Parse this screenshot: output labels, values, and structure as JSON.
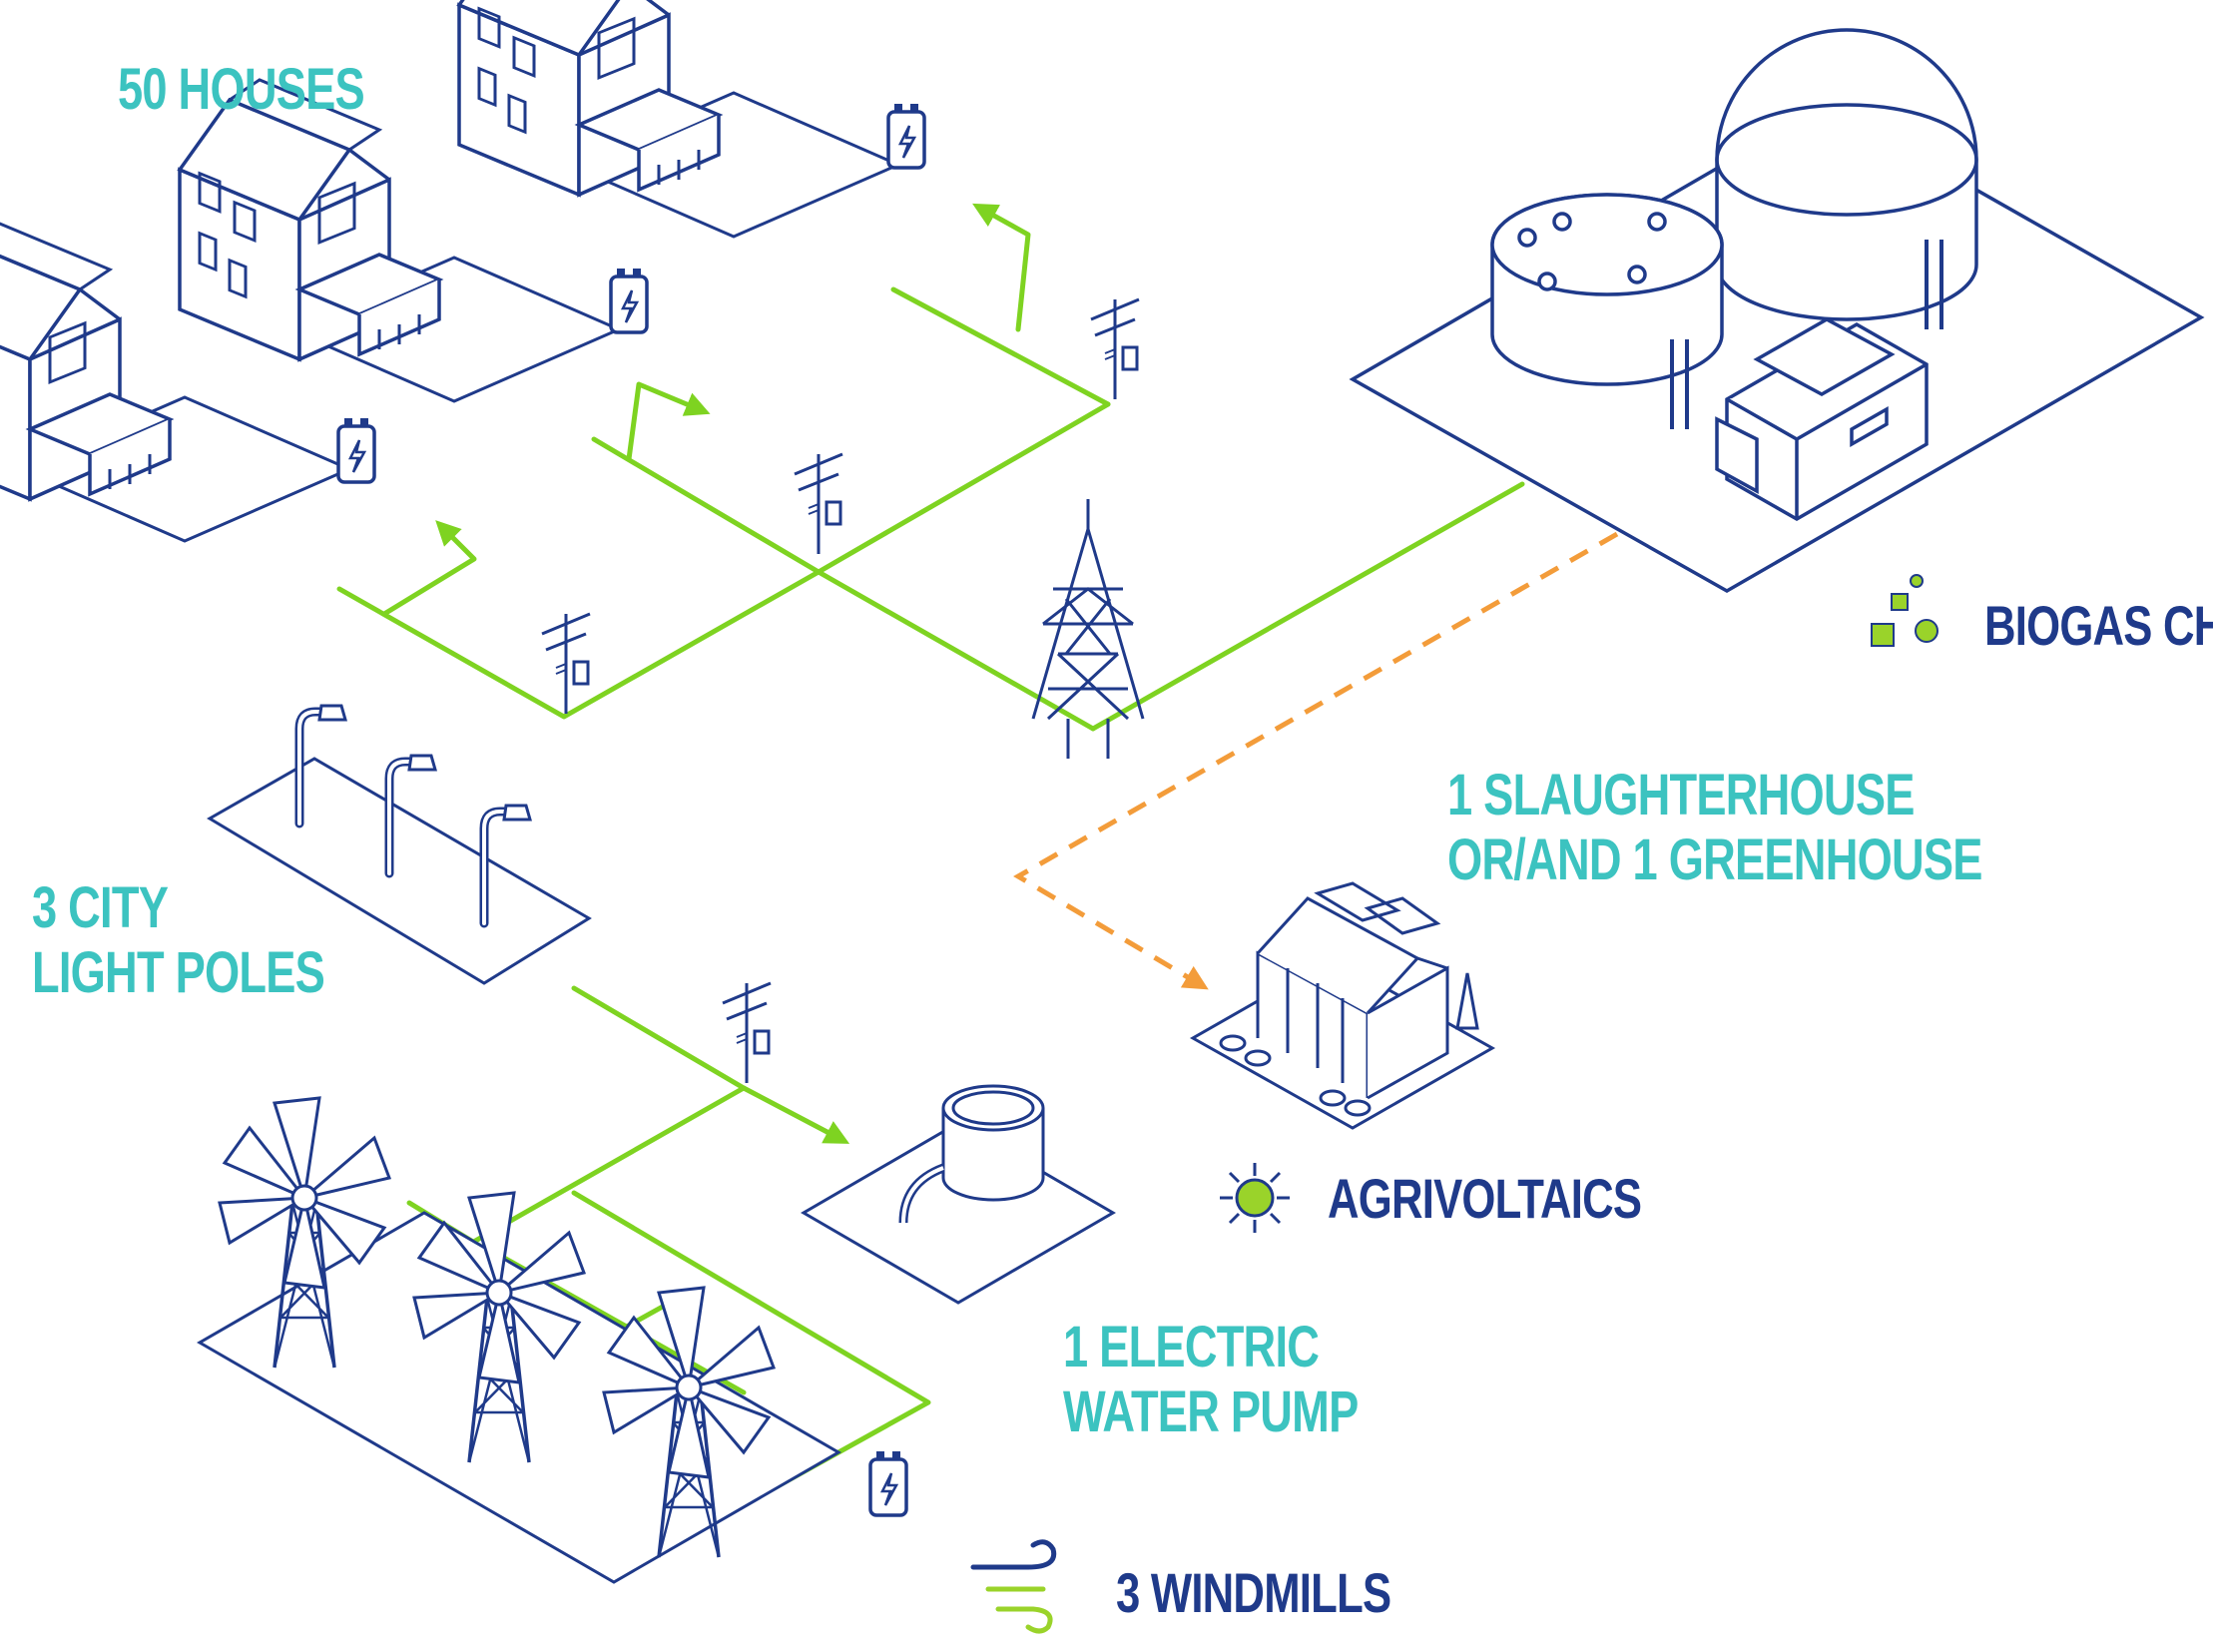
{
  "labels": {
    "houses": "50 HOUSES",
    "biogas": "BIOGAS CHP",
    "slaughter_line1": "1 SLAUGHTERHOUSE",
    "slaughter_line2": "OR/AND 1 GREENHOUSE",
    "lights_line1": "3 CITY",
    "lights_line2": "LIGHT POLES",
    "agrivoltaics": "AGRIVOLTAICS",
    "pump_line1": "1 ELECTRIC",
    "pump_line2": "WATER PUMP",
    "windmills": "3 WINDMILLS"
  },
  "colors": {
    "outline": "#1f3a8a",
    "power_line": "#7ed321",
    "heat_line": "#f39c3a",
    "teal_text": "#3cc3c0",
    "navy_text": "#1f3a8a",
    "icon_green": "#9ad32a"
  },
  "icons": [
    "battery-icon",
    "utility-pole-icon",
    "pylon-icon",
    "biogas-dots-icon",
    "sun-icon",
    "wind-icon"
  ]
}
